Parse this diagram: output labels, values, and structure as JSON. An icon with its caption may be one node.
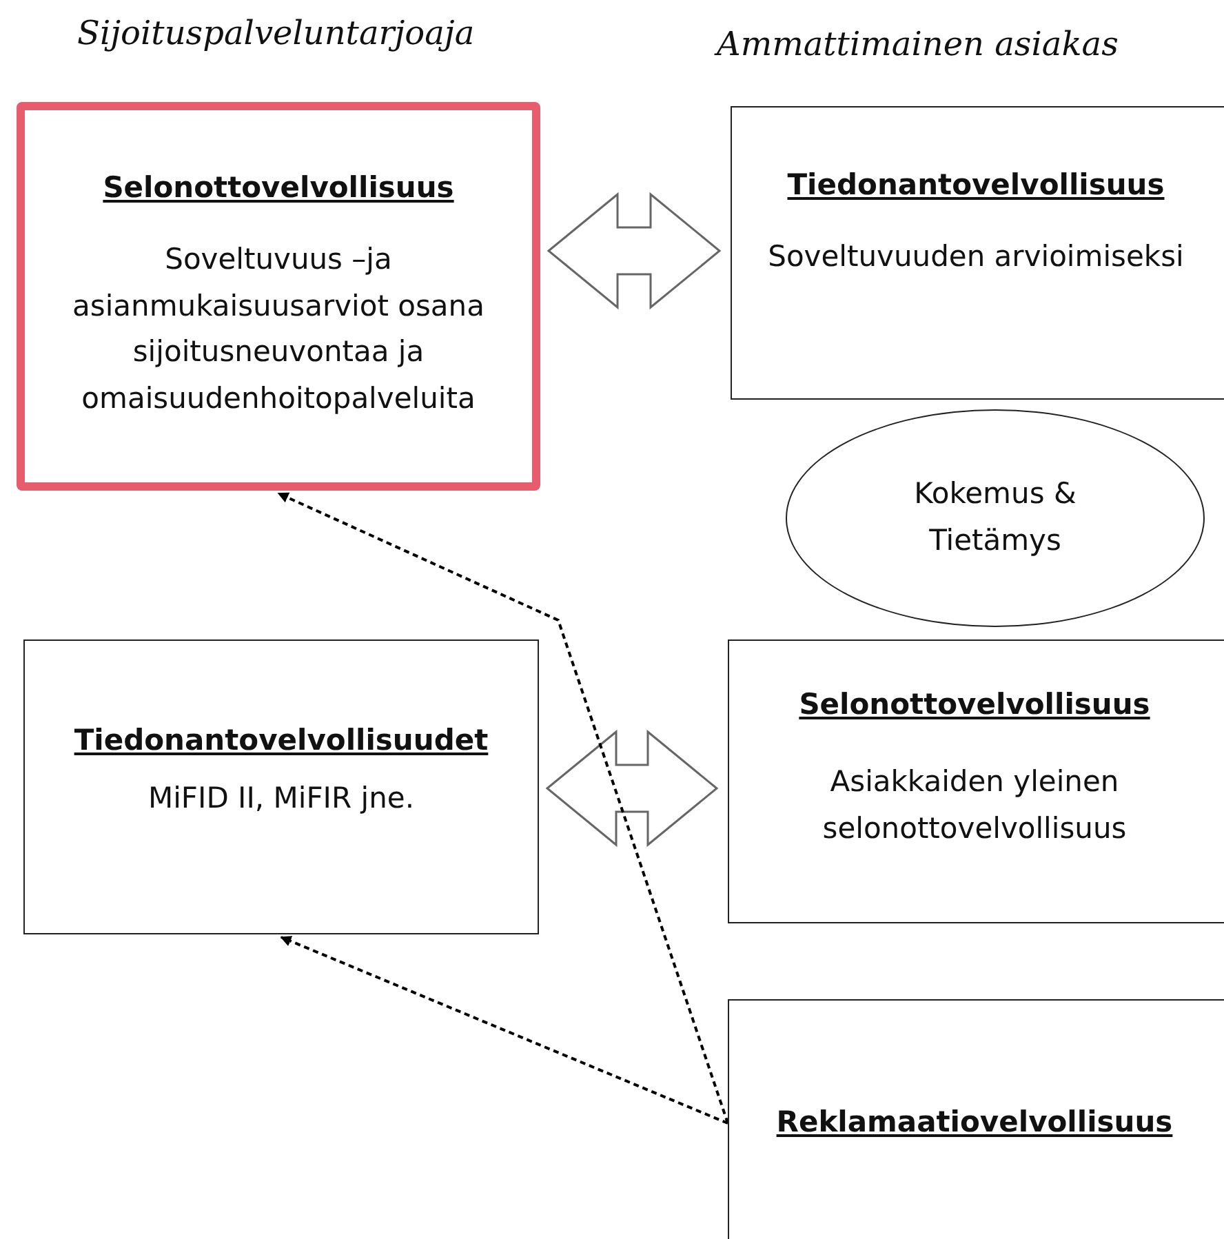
{
  "diagram": {
    "nodes": [
      {
        "text": [
          "Selonottovelvollisuus",
          "Soveltuvuus –ja asianmukaisuusarviot osana sijoitusneuvontaa ja omaisuudenhoitopalveluita"
        ]
      },
      {
        "text": [
          "Tiedonantovelvollisuus",
          "Soveltuvuuden arvioimiseksi"
        ]
      },
      {
        "text": [
          "Kokemus & Tietämys"
        ]
      },
      {
        "text": [
          "Tiedonantovelvollisuudet",
          "MiFID II, MiFIR jne."
        ]
      },
      {
        "text": [
          "Selonottovelvollisuus",
          "Asiakkaiden yleinen selonottovelvollisuus"
        ]
      },
      {
        "text": [
          "Reklamaatiovelvollisuus"
        ]
      }
    ],
    "edges": [
      {
        "from": 0,
        "to": 1,
        "arrow": "both"
      },
      {
        "from": 3,
        "to": 4,
        "arrow": "both"
      },
      {
        "from": 5,
        "to": 0,
        "arrow": "to",
        "style": "dashed"
      },
      {
        "from": 5,
        "to": 3,
        "arrow": "to",
        "style": "dashed"
      }
    ],
    "labels": [
      "Sijoituspalveluntarjoaja",
      "Ammattimainen asiakas"
    ]
  }
}
